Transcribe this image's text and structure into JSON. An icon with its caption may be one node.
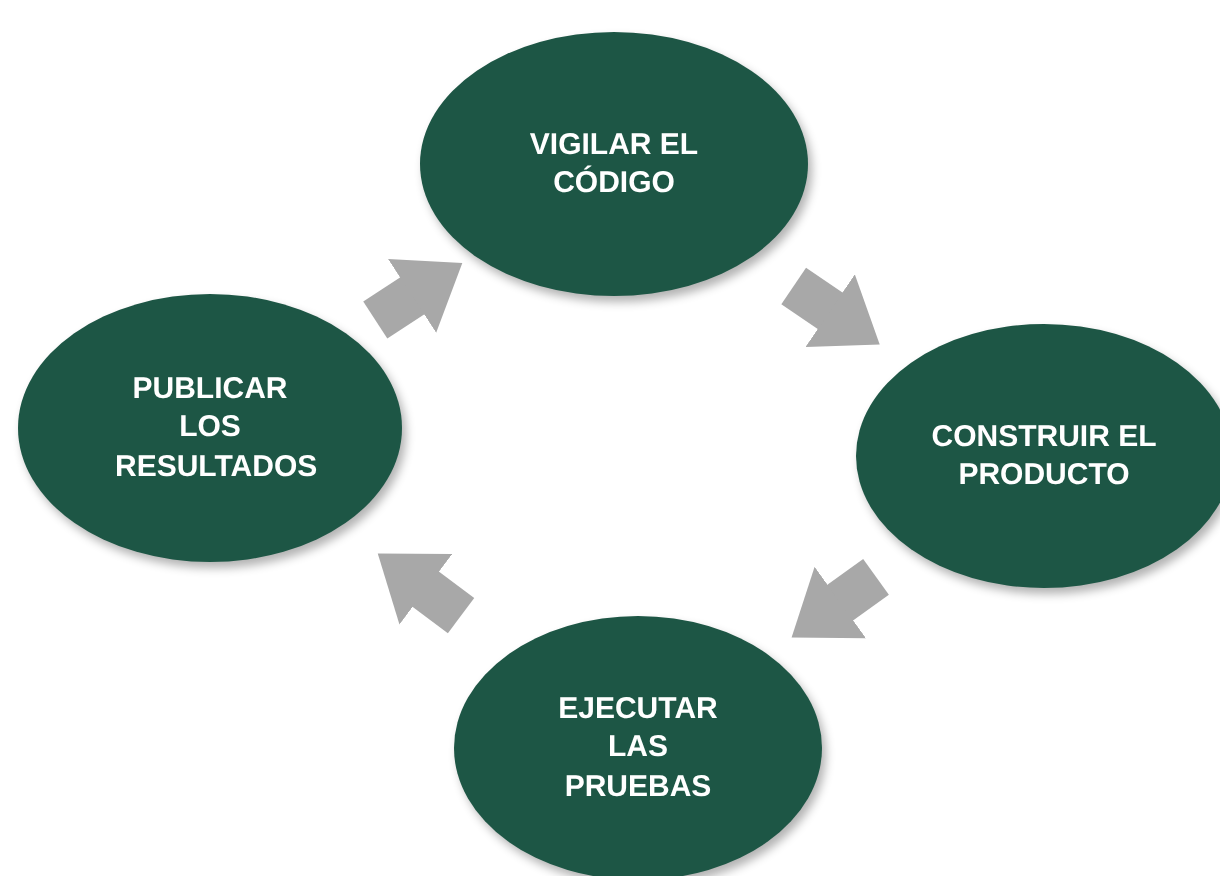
{
  "diagram": {
    "nodes": [
      {
        "text": [
          "VIGILAR EL CÓDIGO"
        ]
      },
      {
        "text": [
          "CONSTRUIR EL PRODUCTO"
        ]
      },
      {
        "text": [
          "EJECUTAR LAS PRUEBAS"
        ]
      },
      {
        "text": [
          "PUBLICAR LOS RESULTADOS"
        ]
      }
    ],
    "edges": [
      {
        "from": 0,
        "to": 1,
        "arrow": "to"
      },
      {
        "from": 1,
        "to": 2,
        "arrow": "to"
      },
      {
        "from": 2,
        "to": 3,
        "arrow": "to"
      },
      {
        "from": 3,
        "to": 0,
        "arrow": "to"
      }
    ]
  }
}
